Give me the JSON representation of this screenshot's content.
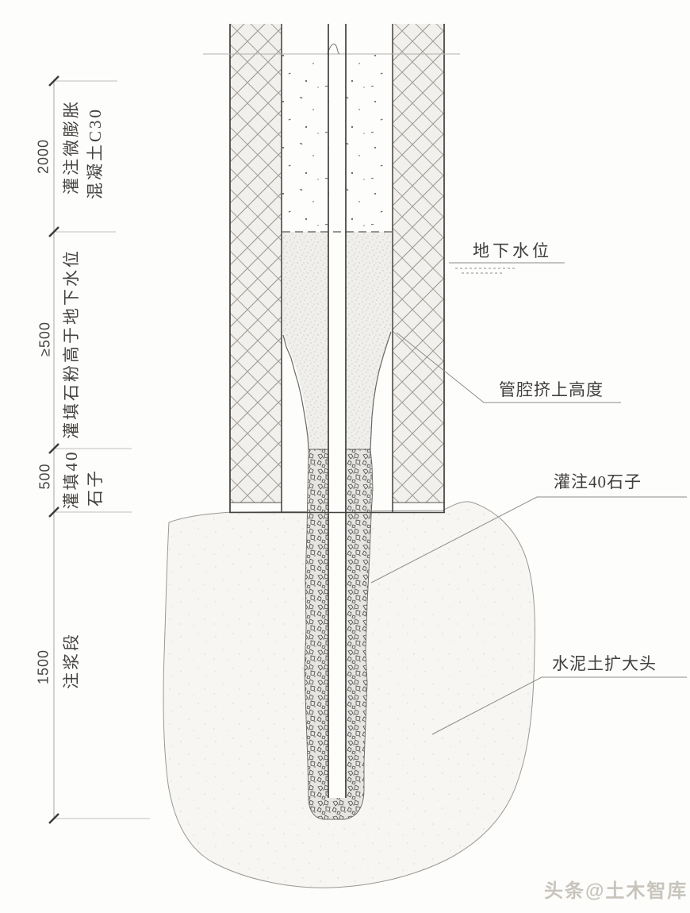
{
  "diagram": {
    "dims": [
      {
        "value": "2000",
        "labels": [
          "灌注微膨胀",
          "混凝土C30"
        ]
      },
      {
        "value": "≥500",
        "labels": [
          "灌填石粉高于地下水位"
        ]
      },
      {
        "value": "500",
        "labels": [
          "灌填40",
          "石子"
        ]
      },
      {
        "value": "1500",
        "labels": [
          "注浆段"
        ]
      }
    ],
    "callouts": {
      "groundwater": "地下水位",
      "squeeze": "管腔挤上高度",
      "gravel": "灌注40石子",
      "head": "水泥土扩大头"
    },
    "watermark": "头条@土木智库",
    "colors": {
      "line_dark": "#403f3d",
      "line_light": "#b3b1ac",
      "texture": "#98958f"
    }
  }
}
